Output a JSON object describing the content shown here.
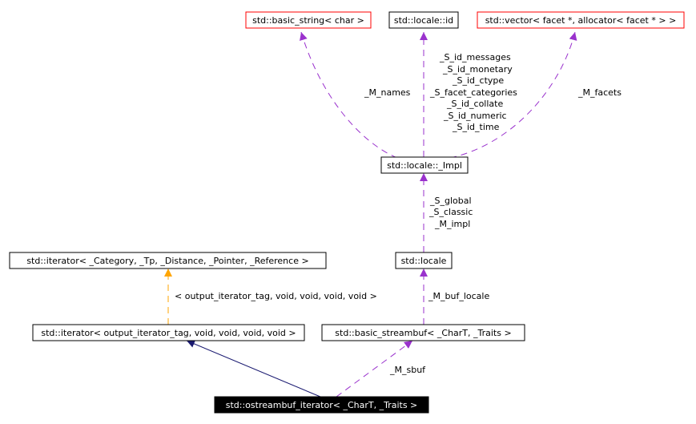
{
  "colors": {
    "dashed_purple": "#9a32cd",
    "dashed_orange": "#ffa500",
    "solid_navy": "#191970",
    "red_border": "#ff0000",
    "black_border": "#000000",
    "highlight_fill": "#000000"
  },
  "nodes": {
    "basic_string": "std::basic_string< char >",
    "locale_id": "std::locale::id",
    "vector_facets": "std::vector< facet *, allocator< facet * > >",
    "locale_impl": "std::locale::_Impl",
    "iterator_generic": "std::iterator< _Category, _Tp, _Distance, _Pointer, _Reference >",
    "locale": "std::locale",
    "iterator_output": "std::iterator< output_iterator_tag, void, void, void, void >",
    "basic_streambuf": "std::basic_streambuf< _CharT, _Traits >",
    "ostreambuf_iterator": "std::ostreambuf_iterator< _CharT, _Traits >"
  },
  "edge_labels": {
    "m_names": "_M_names",
    "id_members": [
      "_S_id_messages",
      "_S_id_monetary",
      "_S_id_ctype",
      "_S_facet_categories",
      "_S_id_collate",
      "_S_id_numeric",
      "_S_id_time"
    ],
    "m_facets": "_M_facets",
    "locale_members": [
      "_S_global",
      "_S_classic",
      "_M_impl"
    ],
    "template_args": "< output_iterator_tag, void, void, void, void >",
    "m_buf_locale": "_M_buf_locale",
    "m_sbuf": "_M_sbuf"
  }
}
